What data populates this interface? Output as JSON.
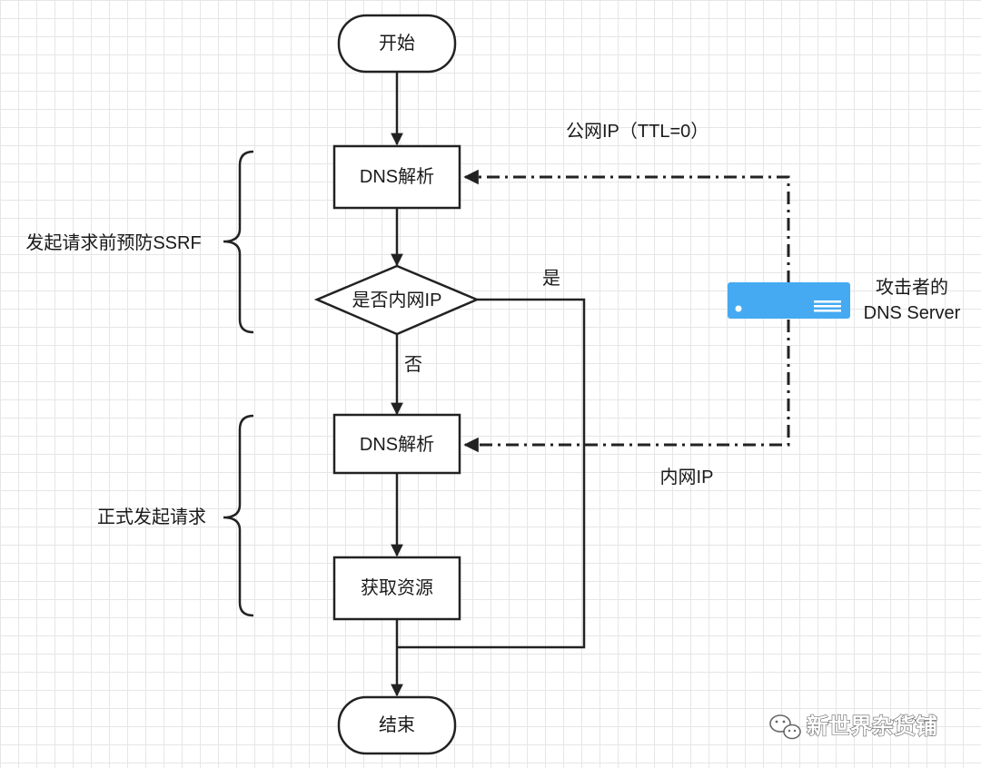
{
  "nodes": {
    "start": "开始",
    "dns1": "DNS解析",
    "decision": "是否内网IP",
    "dns2": "DNS解析",
    "fetch": "获取资源",
    "end": "结束"
  },
  "edges": {
    "yes": "是",
    "no": "否"
  },
  "annotations": {
    "public_ip": "公网IP（TTL=0）",
    "internal_ip": "内网IP",
    "server_line1": "攻击者的",
    "server_line2": "DNS Server"
  },
  "groups": {
    "pre_request": "发起请求前预防SSRF",
    "formal_request": "正式发起请求"
  },
  "watermark": {
    "text": "新世界杂货铺"
  },
  "colors": {
    "server": "#45aaf2",
    "stroke": "#222222",
    "grid": "#e6e6e6"
  },
  "icons": {
    "server": "server-icon",
    "watermark": "wechat-icon"
  }
}
